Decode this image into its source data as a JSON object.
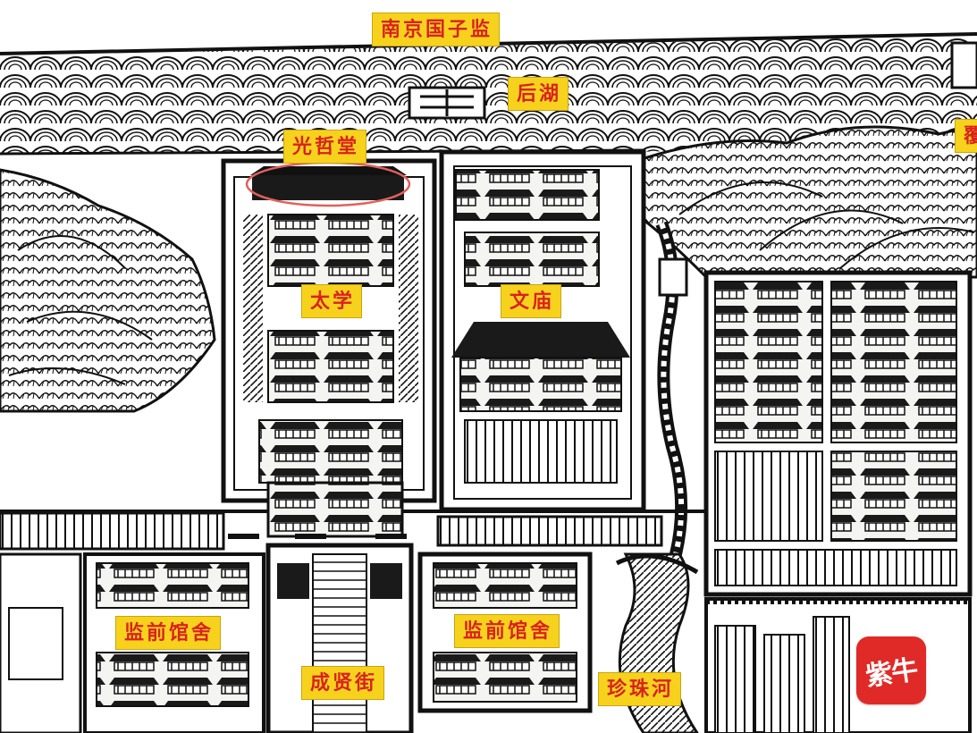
{
  "map": {
    "labels": {
      "title": "南京国子监",
      "houhu": "后湖",
      "guangzhetang": "光哲堂",
      "taixue": "太学",
      "wenmiao": "文庙",
      "jianqian_left": "监前馆舍",
      "jianqian_center": "监前馆舍",
      "chengxianjie": "成贤街",
      "zhenzhuhe": "珍珠河",
      "fu_partial": "覆"
    },
    "label_colors": {
      "background": "#f7d21d",
      "text": "#d8231f"
    },
    "highlight": {
      "target": "光哲堂",
      "shape": "ellipse",
      "color": "#e0605c"
    }
  },
  "watermark": {
    "text": "紫牛",
    "color": "#e02a27",
    "icon": "ziniu-logo-icon"
  }
}
